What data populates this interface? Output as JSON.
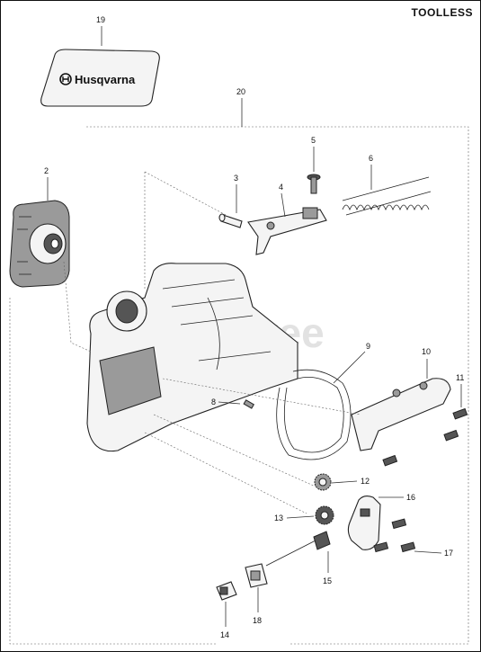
{
  "corner_title": "TOOLLESS",
  "brand_label": "Husqvarna",
  "watermark_text": "PartsTree",
  "callouts": [
    "19",
    "20",
    "2",
    "5",
    "6",
    "3",
    "4",
    "9",
    "10",
    "11",
    "8",
    "12",
    "16",
    "13",
    "17",
    "15",
    "14",
    "18"
  ]
}
